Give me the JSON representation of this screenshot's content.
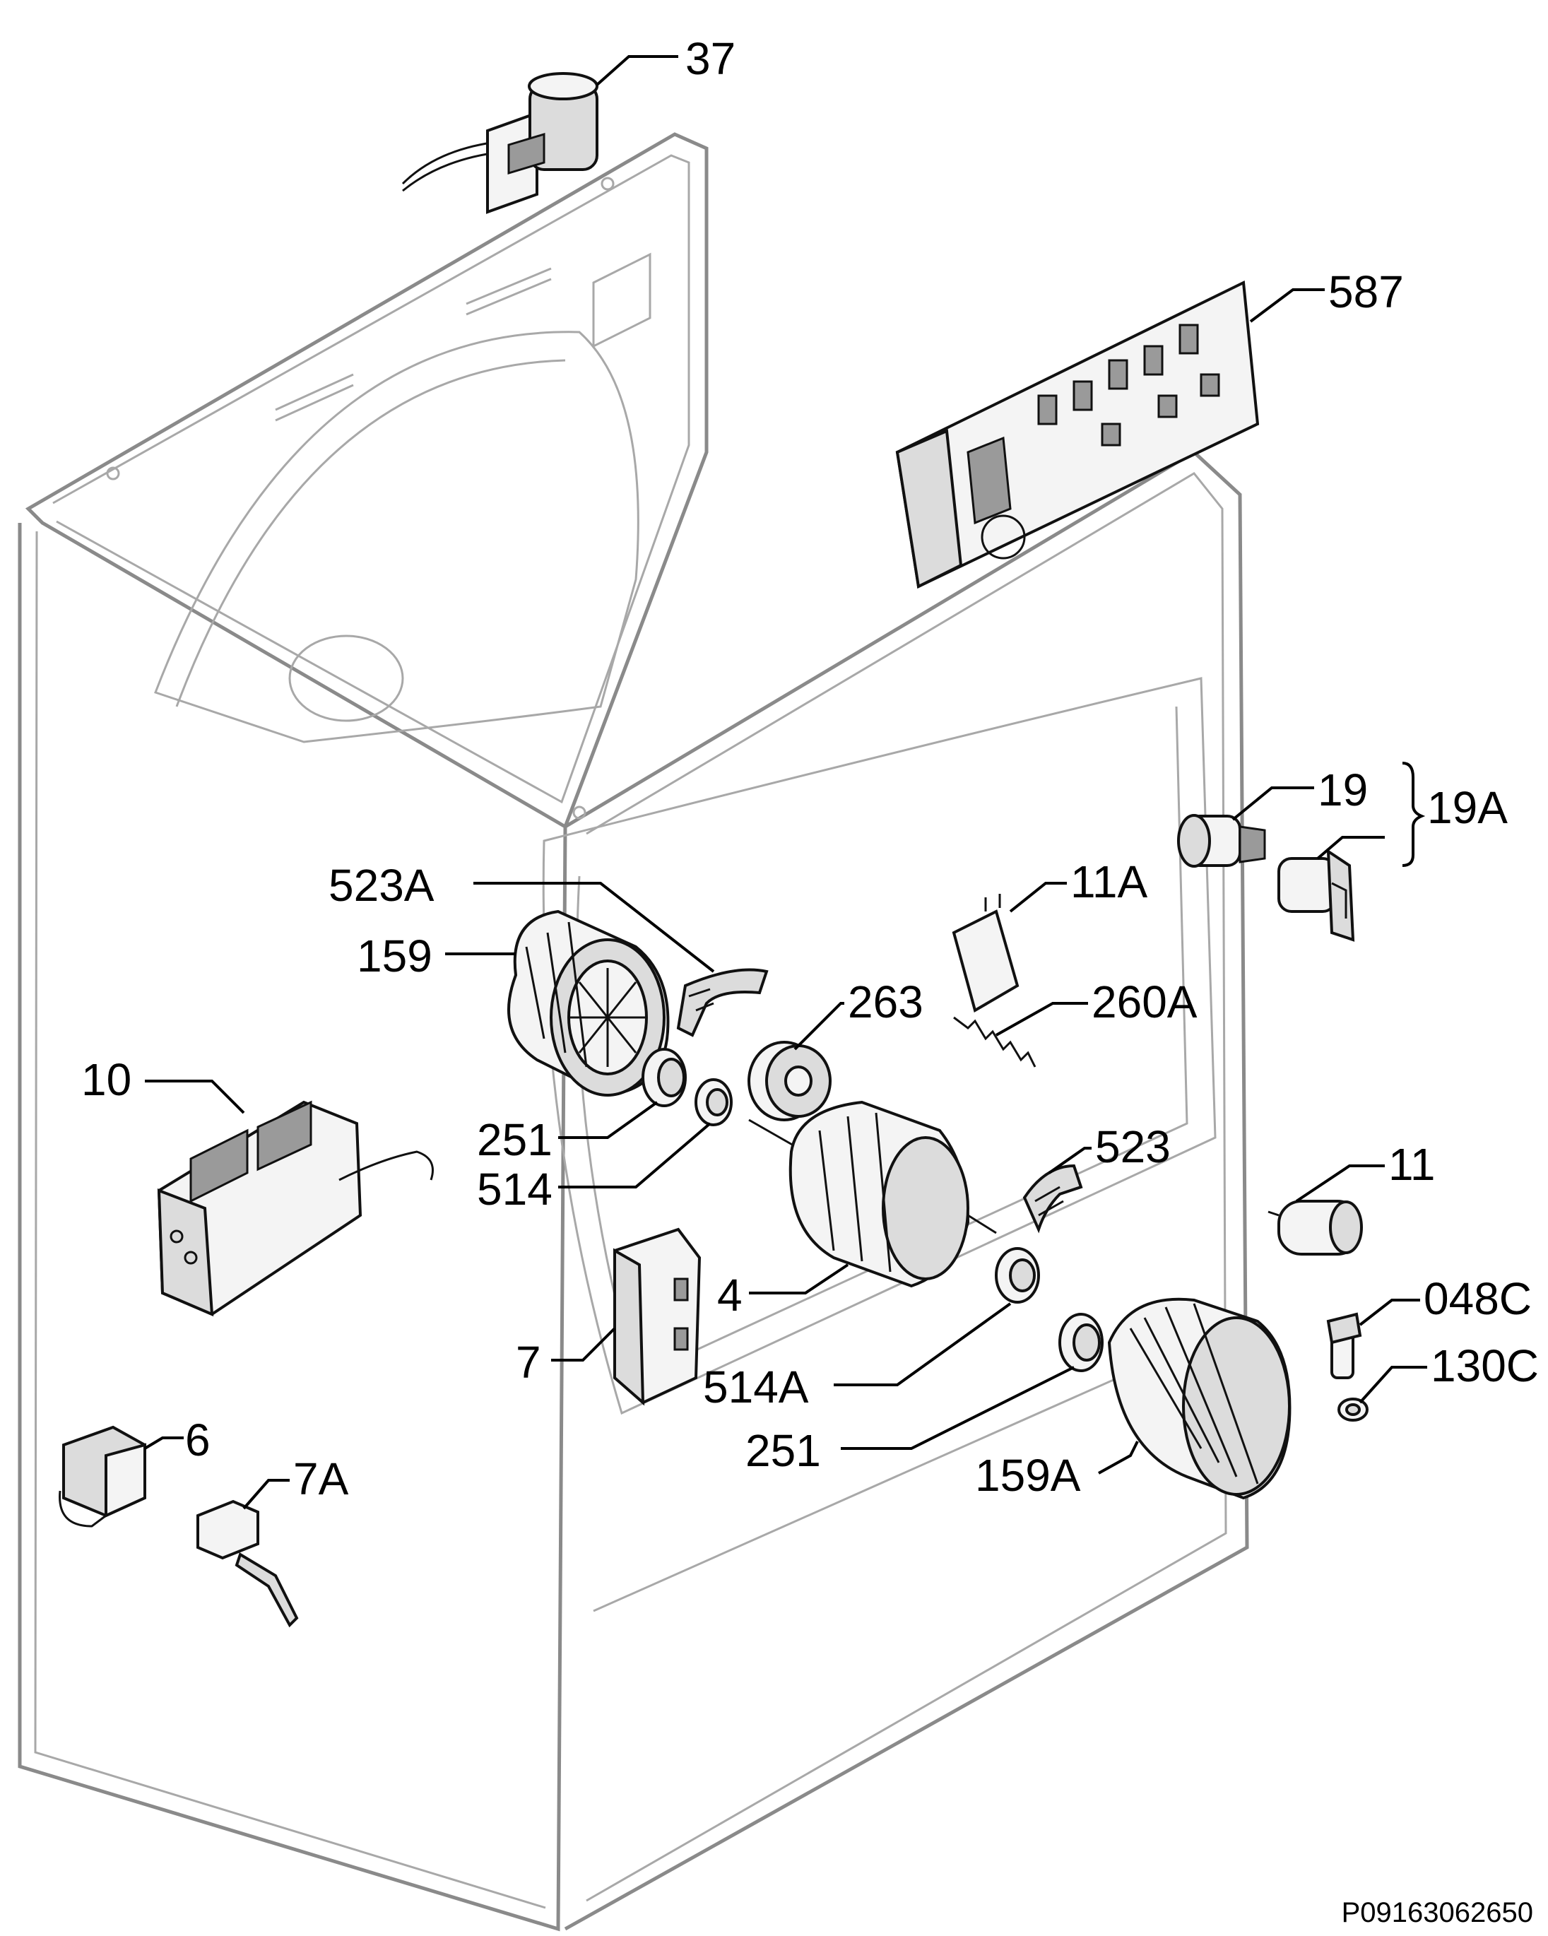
{
  "diagram": {
    "labels": {
      "l37": "37",
      "l587": "587",
      "l19": "19",
      "l19A": "19A",
      "l11A": "11A",
      "l523A": "523A",
      "l159": "159",
      "l263": "263",
      "l260A": "260A",
      "l10": "10",
      "l251a": "251",
      "l514": "514",
      "l523": "523",
      "l11": "11",
      "l4": "4",
      "l7": "7",
      "l048C": "048C",
      "l514A": "514A",
      "l130C": "130C",
      "l6": "6",
      "l7A": "7A",
      "l251b": "251",
      "l159A": "159A"
    },
    "drawing_code": "P09163062650"
  }
}
